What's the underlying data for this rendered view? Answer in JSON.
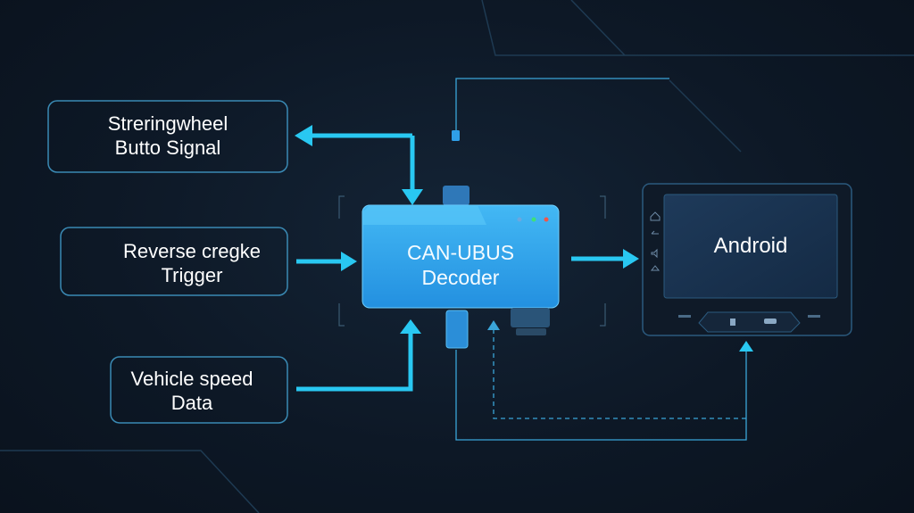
{
  "inputs": {
    "steering": {
      "line1": "Streringwheel",
      "line2": "Butto Signal"
    },
    "reverse": {
      "line1": "Reverse cregke",
      "line2": "Trigger"
    },
    "speed": {
      "line1": "Vehicle speed",
      "line2": "Data"
    }
  },
  "decoder": {
    "line1": "CAN-UBUS",
    "line2": "Decoder"
  },
  "android": {
    "label": "Android"
  },
  "colors": {
    "accent": "#29c8f2",
    "decoder_fill": "#2ea3ea",
    "box_stroke": "#3a8ab4",
    "background": "#0d1826"
  }
}
